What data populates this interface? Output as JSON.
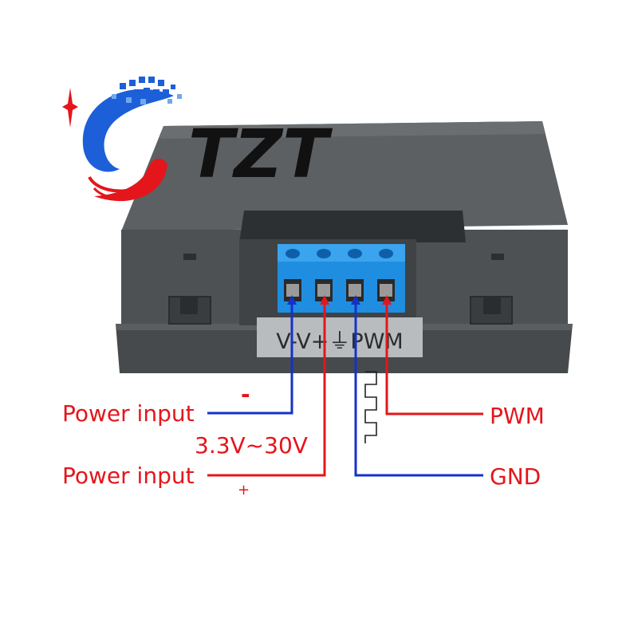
{
  "logo": {
    "text": "TZT",
    "colors": {
      "text": "#111111",
      "red": "#e4161b",
      "blue": "#1c5fd8",
      "light_blue": "#6fa8ee"
    }
  },
  "device": {
    "panel_label": "V-V+⏚PWM",
    "colors": {
      "case": "#4e5254",
      "case_top": "#5a5e60",
      "case_side": "#3c3f41",
      "terminal_block": "#1f8ee0",
      "label_plate": "#b9bcbe"
    }
  },
  "labels": {
    "power_input_minus": "Power input",
    "minus_sign": "-",
    "voltage_range": "3.3V~30V",
    "power_input_plus": "Power input",
    "plus_sign": "+",
    "pwm": "PWM",
    "gnd": "GND"
  },
  "wire_colors": {
    "red": "#e4161b",
    "blue": "#1432c8"
  }
}
